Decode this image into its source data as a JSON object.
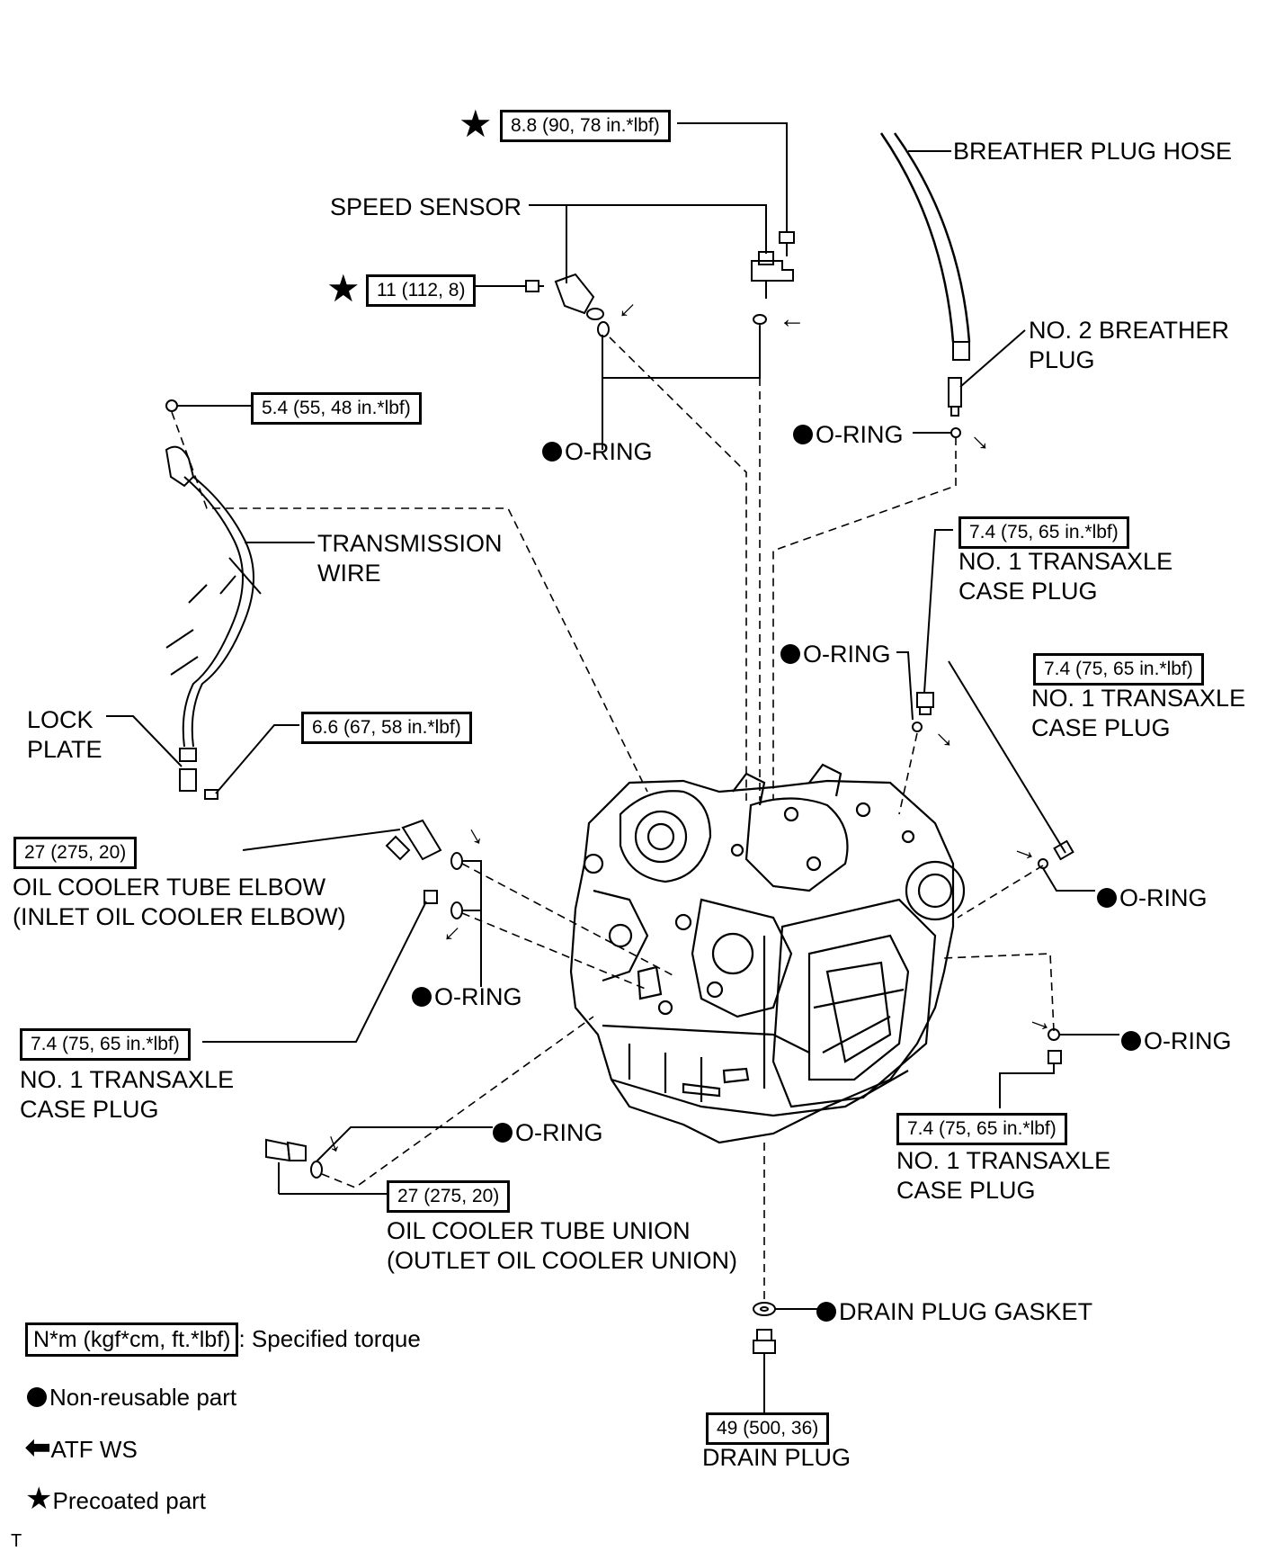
{
  "labels": {
    "breather_plug_hose": "BREATHER PLUG HOSE",
    "speed_sensor": "SPEED SENSOR",
    "no2_breather_plug_l1": "NO. 2 BREATHER",
    "no2_breather_plug_l2": "PLUG",
    "o_ring": "O-RING",
    "transmission_wire_l1": "TRANSMISSION",
    "transmission_wire_l2": "WIRE",
    "lock_plate_l1": "LOCK",
    "lock_plate_l2": "PLATE",
    "transaxle_case_plug_l1": "NO. 1 TRANSAXLE",
    "transaxle_case_plug_l2": "CASE PLUG",
    "oil_cooler_elbow_l1": "OIL COOLER TUBE ELBOW",
    "oil_cooler_elbow_l2": "(INLET OIL COOLER ELBOW)",
    "oil_cooler_union_l1": "OIL COOLER TUBE UNION",
    "oil_cooler_union_l2": "(OUTLET OIL COOLER UNION)",
    "drain_plug_gasket": "DRAIN PLUG GASKET",
    "drain_plug": "DRAIN PLUG"
  },
  "torques": {
    "speed_sensor_top": "8.8 (90, 78 in.*lbf)",
    "speed_sensor_left": "11 (112, 8)",
    "wire_top": "5.4 (55, 48 in.*lbf)",
    "wire_lock_plate": "6.6 (67, 58 in.*lbf)",
    "case_plug": "7.4 (75, 65 in.*lbf)",
    "oil_cooler": "27 (275, 20)",
    "drain_plug": "49 (500, 36)"
  },
  "legend": {
    "torque_unit": "N*m (kgf*cm, ft.*lbf)",
    "torque_desc": ": Specified torque",
    "non_reusable": "Non-reusable part",
    "atf_ws": "ATF WS",
    "precoated": "Precoated part"
  },
  "corner_mark": "T",
  "icons": {
    "star": "star-icon",
    "dot": "filled-circle-icon",
    "arrow": "left-arrow-icon"
  }
}
